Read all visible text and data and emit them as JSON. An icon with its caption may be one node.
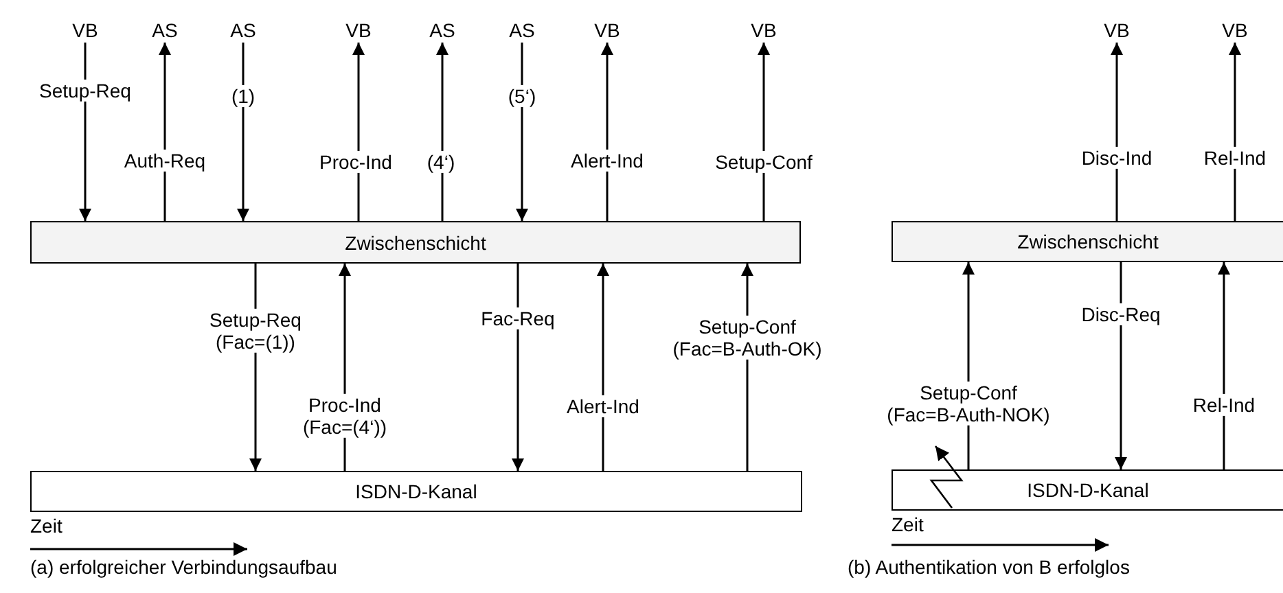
{
  "diagram": {
    "nodes": [
      {
        "text": [
          "VB"
        ]
      },
      {
        "text": [
          "AS"
        ]
      },
      {
        "text": [
          "AS"
        ]
      },
      {
        "text": [
          "VB"
        ]
      },
      {
        "text": [
          "AS"
        ]
      },
      {
        "text": [
          "AS"
        ]
      },
      {
        "text": [
          "VB"
        ]
      },
      {
        "text": [
          "VB"
        ]
      },
      {
        "text": [
          "Zwischenschicht"
        ]
      },
      {
        "text": [
          "ISDN-D-Kanal"
        ]
      },
      {
        "text": [
          "VB"
        ]
      },
      {
        "text": [
          "VB"
        ]
      },
      {
        "text": [
          "Zwischenschicht"
        ]
      },
      {
        "text": [
          "ISDN-D-Kanal"
        ]
      }
    ],
    "edges": [
      {
        "from": 0,
        "to": 8,
        "arrow": "to",
        "label": "Setup-Req"
      },
      {
        "from": 8,
        "to": 1,
        "arrow": "to",
        "label": "Auth-Req"
      },
      {
        "from": 2,
        "to": 8,
        "arrow": "to",
        "label": "(1)"
      },
      {
        "from": 8,
        "to": 3,
        "arrow": "to",
        "label": "Proc-Ind"
      },
      {
        "from": 8,
        "to": 4,
        "arrow": "to",
        "label": "(4‘)"
      },
      {
        "from": 5,
        "to": 8,
        "arrow": "to",
        "label": "(5‘)"
      },
      {
        "from": 8,
        "to": 6,
        "arrow": "to",
        "label": "Alert-Ind"
      },
      {
        "from": 8,
        "to": 7,
        "arrow": "to",
        "label": "Setup-Conf"
      },
      {
        "from": 8,
        "to": 9,
        "arrow": "to",
        "label": "Setup-Req (Fac=(1))"
      },
      {
        "from": 9,
        "to": 8,
        "arrow": "to",
        "label": "Proc-Ind (Fac=(4‘))"
      },
      {
        "from": 8,
        "to": 9,
        "arrow": "to",
        "label": "Fac-Req"
      },
      {
        "from": 9,
        "to": 8,
        "arrow": "to",
        "label": "Alert-Ind"
      },
      {
        "from": 9,
        "to": 8,
        "arrow": "to",
        "label": "Setup-Conf (Fac=B-Auth-OK)"
      },
      {
        "from": 12,
        "to": 10,
        "arrow": "to",
        "label": "Disc-Ind"
      },
      {
        "from": 12,
        "to": 11,
        "arrow": "to",
        "label": "Rel-Ind"
      },
      {
        "from": 13,
        "to": 12,
        "arrow": "to",
        "label": "Setup-Conf (Fac=B-Auth-NOK)"
      },
      {
        "from": 12,
        "to": 13,
        "arrow": "to",
        "label": "Disc-Req"
      },
      {
        "from": 13,
        "to": 12,
        "arrow": "to",
        "label": "Rel-Ind"
      }
    ],
    "labels": [
      "Zeit",
      "(a) erfolgreicher Verbindungsaufbau",
      "Zeit",
      "(b) Authentikation von B erfolglos"
    ]
  }
}
